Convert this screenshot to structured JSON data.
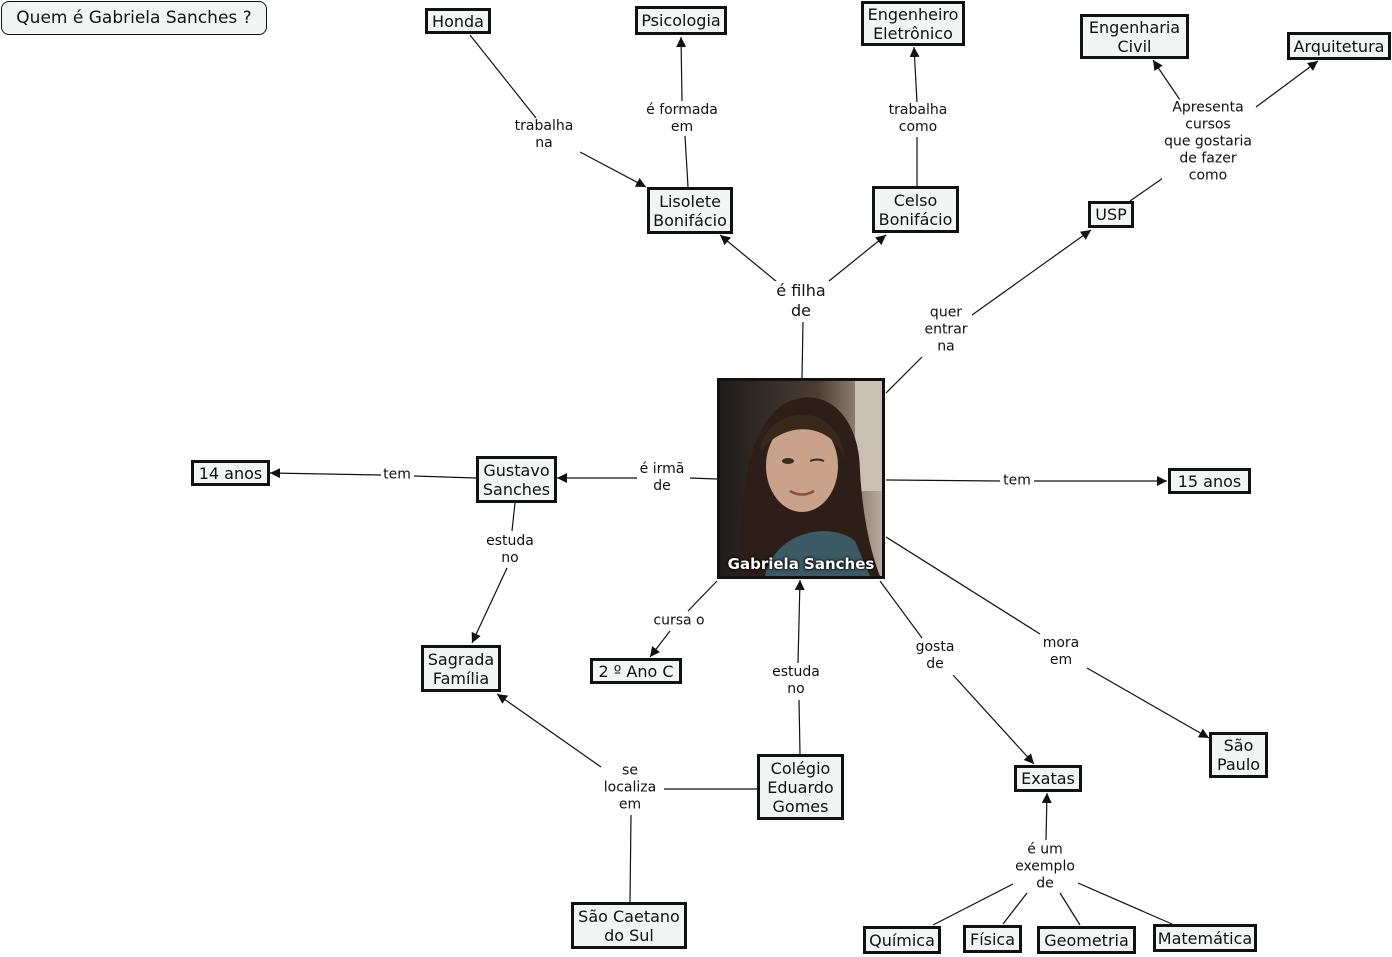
{
  "map_title": "Quem é Gabriela Sanches ?",
  "center": {
    "caption": "Gabriela Sanches",
    "image": "portrait-photo"
  },
  "nodes": {
    "honda": "Honda",
    "psicologia": "Psicologia",
    "eng_eletronico": "Engenheiro\nEletrônico",
    "eng_civil": "Engenharia\nCivil",
    "arquitetura": "Arquitetura",
    "lisolete": "Lisolete\nBonifácio",
    "celso": "Celso\nBonifácio",
    "usp": "USP",
    "idade_gustavo": "14 anos",
    "gustavo": "Gustavo\nSanches",
    "idade_gabriela": " 15 anos",
    "sagrada_familia": "Sagrada\n Família",
    "serie": "2 º Ano C",
    "colegio": "Colégio\nEduardo\n Gomes",
    "exatas": "Exatas",
    "sao_paulo": "São\nPaulo",
    "sao_caetano": "São Caetano\ndo Sul",
    "quimica": "Química",
    "fisica": "Física",
    "geometria": "Geometria",
    "matematica": "Matemática"
  },
  "links": {
    "trabalha_na": "trabalha\nna",
    "formada_em": "é formada\nem",
    "trabalha_como": "trabalha\ncomo",
    "apresenta_cursos": "Apresenta\ncursos\nque gostaria\nde fazer\n como",
    "filha_de": "é filha\nde",
    "quer_entrar": "quer\nentrar\nna",
    "tem_gustavo": "tem",
    "irma_de": "é irmã\nde",
    "tem_gabriela": "tem",
    "estuda_no_gustavo": "estuda\nno",
    "cursa_o": "cursa o",
    "estuda_no_gabriela": "estuda\nno",
    "gosta_de": "gosta\nde",
    "mora_em": "mora\nem",
    "se_localiza": "se\nlocaliza\nem",
    "exemplo_de": "é um\nexemplo\nde"
  },
  "colors": {
    "node_fill": "#f1f6f4",
    "stroke": "#111111"
  }
}
